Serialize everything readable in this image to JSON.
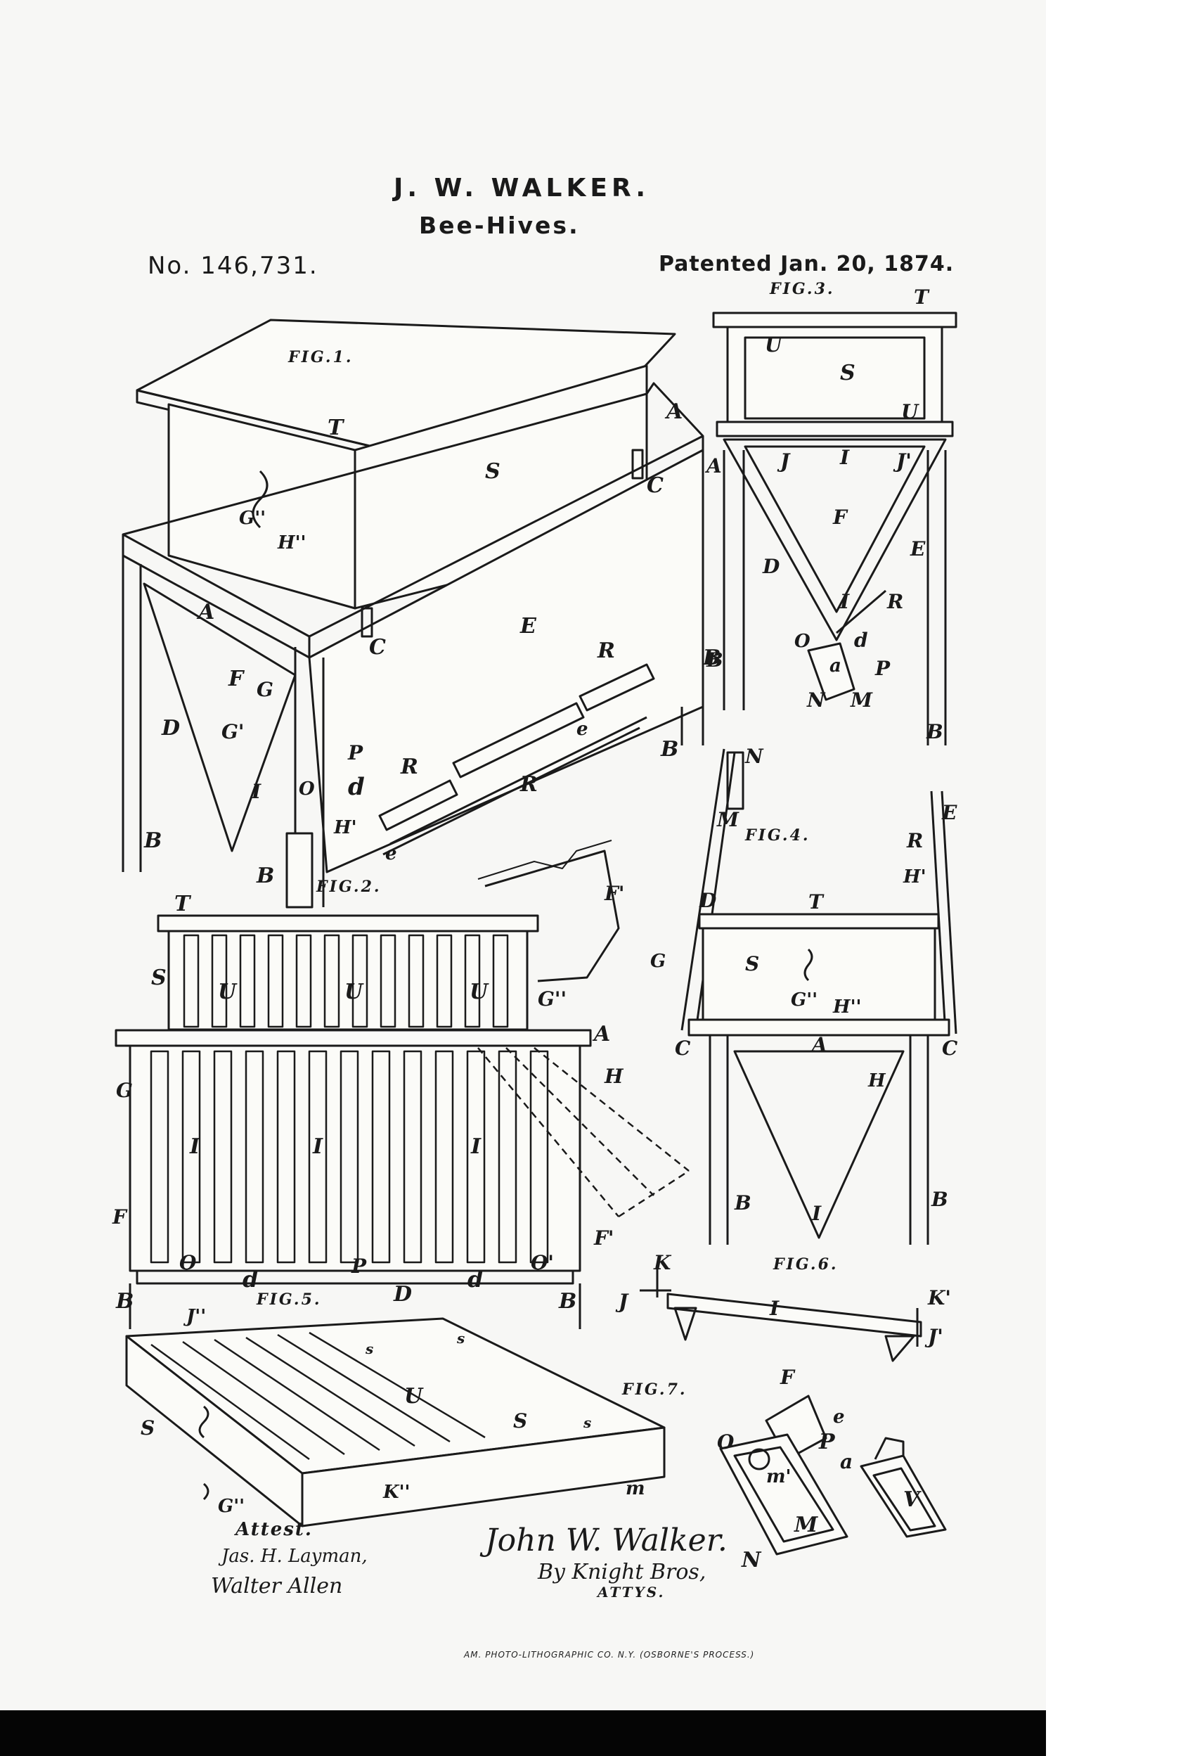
{
  "header": {
    "inventor": "J. W. WALKER.",
    "invention": "Bee-Hives.",
    "patent_number": "No. 146,731.",
    "patent_date": "Patented Jan. 20, 1874."
  },
  "figure_titles": {
    "fig1": "FIG.1.",
    "fig2": "FIG.2.",
    "fig3": "FIG.3.",
    "fig4": "FIG.4.",
    "fig5": "FIG.5.",
    "fig6": "FIG.6.",
    "fig7": "FIG.7."
  },
  "fig1_labels": [
    "T",
    "S",
    "A",
    "C",
    "G''",
    "H''",
    "A",
    "C",
    "E",
    "F",
    "G",
    "D",
    "G'",
    "P",
    "d",
    "I",
    "O",
    "H'",
    "R",
    "R",
    "R",
    "e",
    "e",
    "B",
    "B",
    "B",
    "B"
  ],
  "fig2_labels": [
    "T",
    "S",
    "U",
    "U",
    "U",
    "G''",
    "A",
    "G",
    "H",
    "I",
    "I",
    "I",
    "F",
    "F'",
    "O",
    "d",
    "P",
    "D",
    "d",
    "O'",
    "B",
    "B"
  ],
  "fig3_labels": [
    "T",
    "U",
    "S",
    "U",
    "A",
    "J",
    "I",
    "J'",
    "F",
    "E",
    "D",
    "I",
    "R",
    "O",
    "d",
    "a",
    "P",
    "N",
    "M",
    "B",
    "B"
  ],
  "fig4_labels": [
    "N",
    "M",
    "D",
    "E",
    "R",
    "H'",
    "F'",
    "T",
    "S",
    "G''",
    "H''",
    "A",
    "C",
    "C",
    "H",
    "G",
    "B",
    "I",
    "B"
  ],
  "fig5_labels": [
    "J''",
    "s",
    "s",
    "U",
    "S",
    "S",
    "s",
    "K''",
    "G''"
  ],
  "fig6_labels": [
    "K",
    "J",
    "I",
    "K'",
    "J'"
  ],
  "fig7_labels": [
    "F",
    "e",
    "O",
    "P",
    "a",
    "m",
    "m'",
    "M",
    "N",
    "V"
  ],
  "attestation": {
    "heading": "Attest.",
    "witness_1": "Jas. H. Layman,",
    "witness_2": "Walter Allen"
  },
  "signature": {
    "name": "John W. Walker.",
    "by_line": "By Knight Bros,",
    "role": "ATTYS."
  },
  "printer": "AM. PHOTO-LITHOGRAPHIC CO. N.Y. (OSBORNE'S PROCESS.)",
  "colors": {
    "paper": "#f7f7f5",
    "ink": "#1a1a1a",
    "scan_bar": "#050505"
  }
}
